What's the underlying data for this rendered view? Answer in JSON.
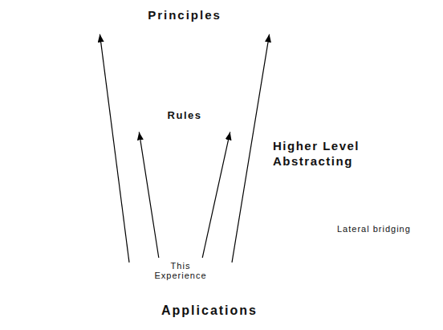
{
  "diagram": {
    "nodes": [
      {
        "text": [
          "Principles"
        ]
      },
      {
        "text": [
          "Rules"
        ]
      },
      {
        "text": [
          "Applications"
        ]
      },
      {
        "text": [
          "This Experience"
        ],
        "in": 2
      }
    ],
    "edges": [
      {
        "from": 3,
        "to": 0,
        "arrow": "to"
      },
      {
        "from": 3,
        "to": 1,
        "arrow": "to"
      },
      {
        "from": 3,
        "to": 1,
        "arrow": "to"
      },
      {
        "from": 3,
        "to": 0,
        "arrow": "to"
      }
    ],
    "labels": [
      "Higher Level Abstracting",
      "Lateral bridging"
    ]
  }
}
